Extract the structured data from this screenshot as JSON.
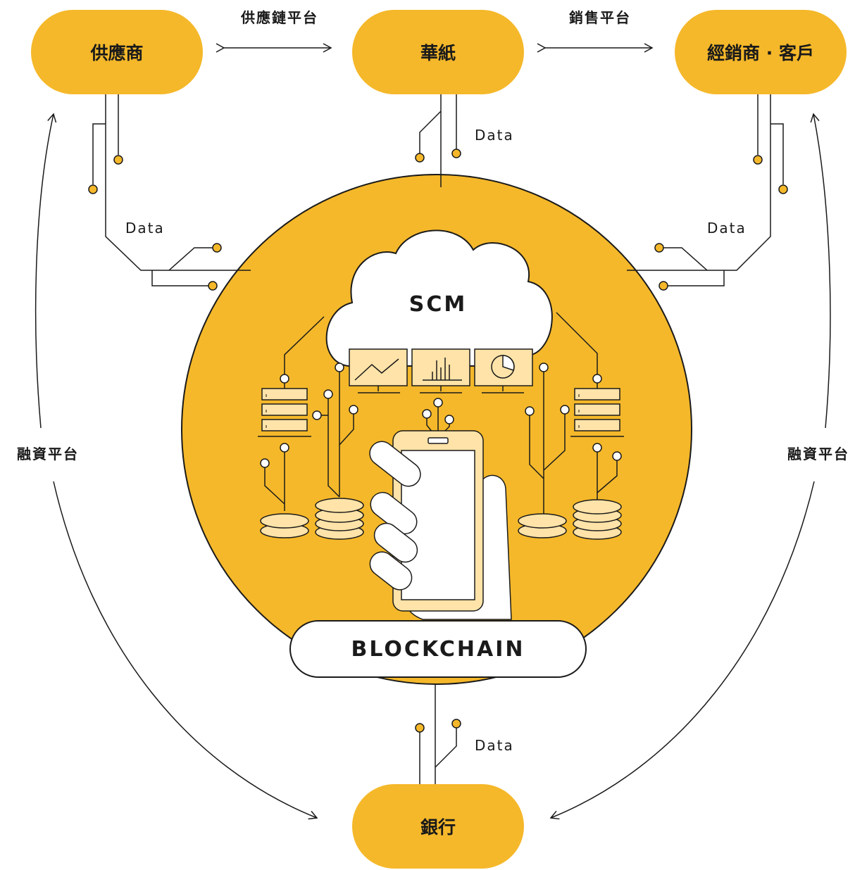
{
  "nodes": {
    "supplier": "供應商",
    "hwa_paper": "華紙",
    "distributor": "經銷商 · 客戶",
    "bank": "銀行"
  },
  "edges": {
    "supply_chain_platform": "供應鏈平台",
    "sales_platform": "銷售平台",
    "financing_left": "融資平台",
    "financing_right": "融資平台"
  },
  "data_labels": {
    "top": "Data",
    "left": "Data",
    "right": "Data",
    "bottom": "Data"
  },
  "center": {
    "cloud_label": "SCM",
    "chain_label": "BLOCKCHAIN"
  },
  "colors": {
    "accent": "#F5B82A",
    "light": "#FFE3A8",
    "line": "#1a1a1a"
  }
}
